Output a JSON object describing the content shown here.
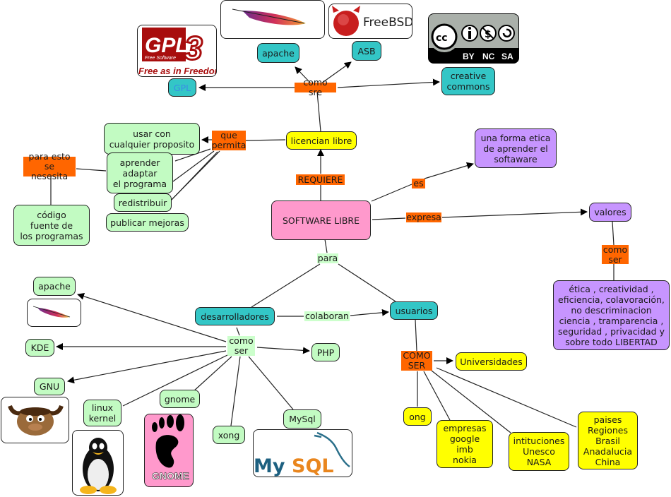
{
  "title": "SOFTWARE LIBRE concept map",
  "colors": {
    "teal": "#33c6c6",
    "green": "#c2fbc2",
    "yellow": "#ffff00",
    "purple": "#c795ff",
    "pink": "#ff99cc",
    "orange": "#ff6600",
    "link_label_green": "#ccffcc"
  },
  "nodes": {
    "software_libre": "SOFTWARE LIBRE",
    "licencian_libre": "licencian libre",
    "gpl": "GPL",
    "apache_top": "apache",
    "asb": "ASB",
    "creative_commons": "creative\ncommons",
    "usar_con": "usar con\ncualquier proposito",
    "aprender": "aprender\nadaptar\nel programa",
    "redistribuir": "redistribuir",
    "publicar": "publicar mejoras",
    "codigo": "código\nfuente de\nlos programas",
    "una_forma": "una forma etica\nde aprender el\nsoftaware",
    "valores": "valores",
    "valores_list": "ética , creatividad ,\neficiencia, colavoración,\nno descriminacion\nciencia , tramparencia ,\nseguridad , privacidad y\nsobre todo LIBERTAD",
    "desarrolladores": "desarrolladores",
    "usuarios": "usuarios",
    "apache_dev": "apache",
    "kde": "KDE",
    "php": "PHP",
    "gnu": "GNU",
    "linux_kernel": "linux\nkernel",
    "gnome": "gnome",
    "xong": "xong",
    "mysql": "MySql",
    "universidades": "Universidades",
    "ong": "ong",
    "empresas": "empresas\ngoogle\nimb\nnokia",
    "intituciones": "intituciones\nUnesco\nNASA",
    "paises": "paises\nRegiones\nBrasil\nAnadalucia\nChina"
  },
  "link_labels": {
    "como_sre": "como sre",
    "que_permita": "que\npermita",
    "para_esto": "para esto\nse nesesita",
    "requiere": "REQUIERE",
    "es": "es",
    "expresa": "expresa",
    "como_ser_valores": "como\nser",
    "para": "para",
    "colaboran": "colaboran",
    "como_ser_dev": "como\nser",
    "como_ser_users": "COMO\nSER"
  },
  "images": {
    "gpl_logo": {
      "icon": "gpl-v3-logo",
      "text1": "GPL",
      "text2": "3",
      "text3": "Free Software",
      "text4": "Free as in Freedom"
    },
    "apache_feather_top": {
      "icon": "apache-feather-logo"
    },
    "freebsd_logo": {
      "icon": "freebsd-logo",
      "text": "FreeBSD"
    },
    "cc_logo": {
      "icon": "creative-commons-logo",
      "cc": "cc",
      "by": "BY",
      "nc": "NC",
      "sa": "SA"
    },
    "apache_feather_dev": {
      "icon": "apache-feather-logo"
    },
    "gnu_logo": {
      "icon": "gnu-head-logo"
    },
    "tux_logo": {
      "icon": "tux-penguin-logo"
    },
    "gnome_logo": {
      "icon": "gnome-foot-logo",
      "text": "GNOME"
    },
    "mysql_logo": {
      "icon": "mysql-dolphin-logo",
      "my": "My",
      "sql": "SQL"
    }
  }
}
